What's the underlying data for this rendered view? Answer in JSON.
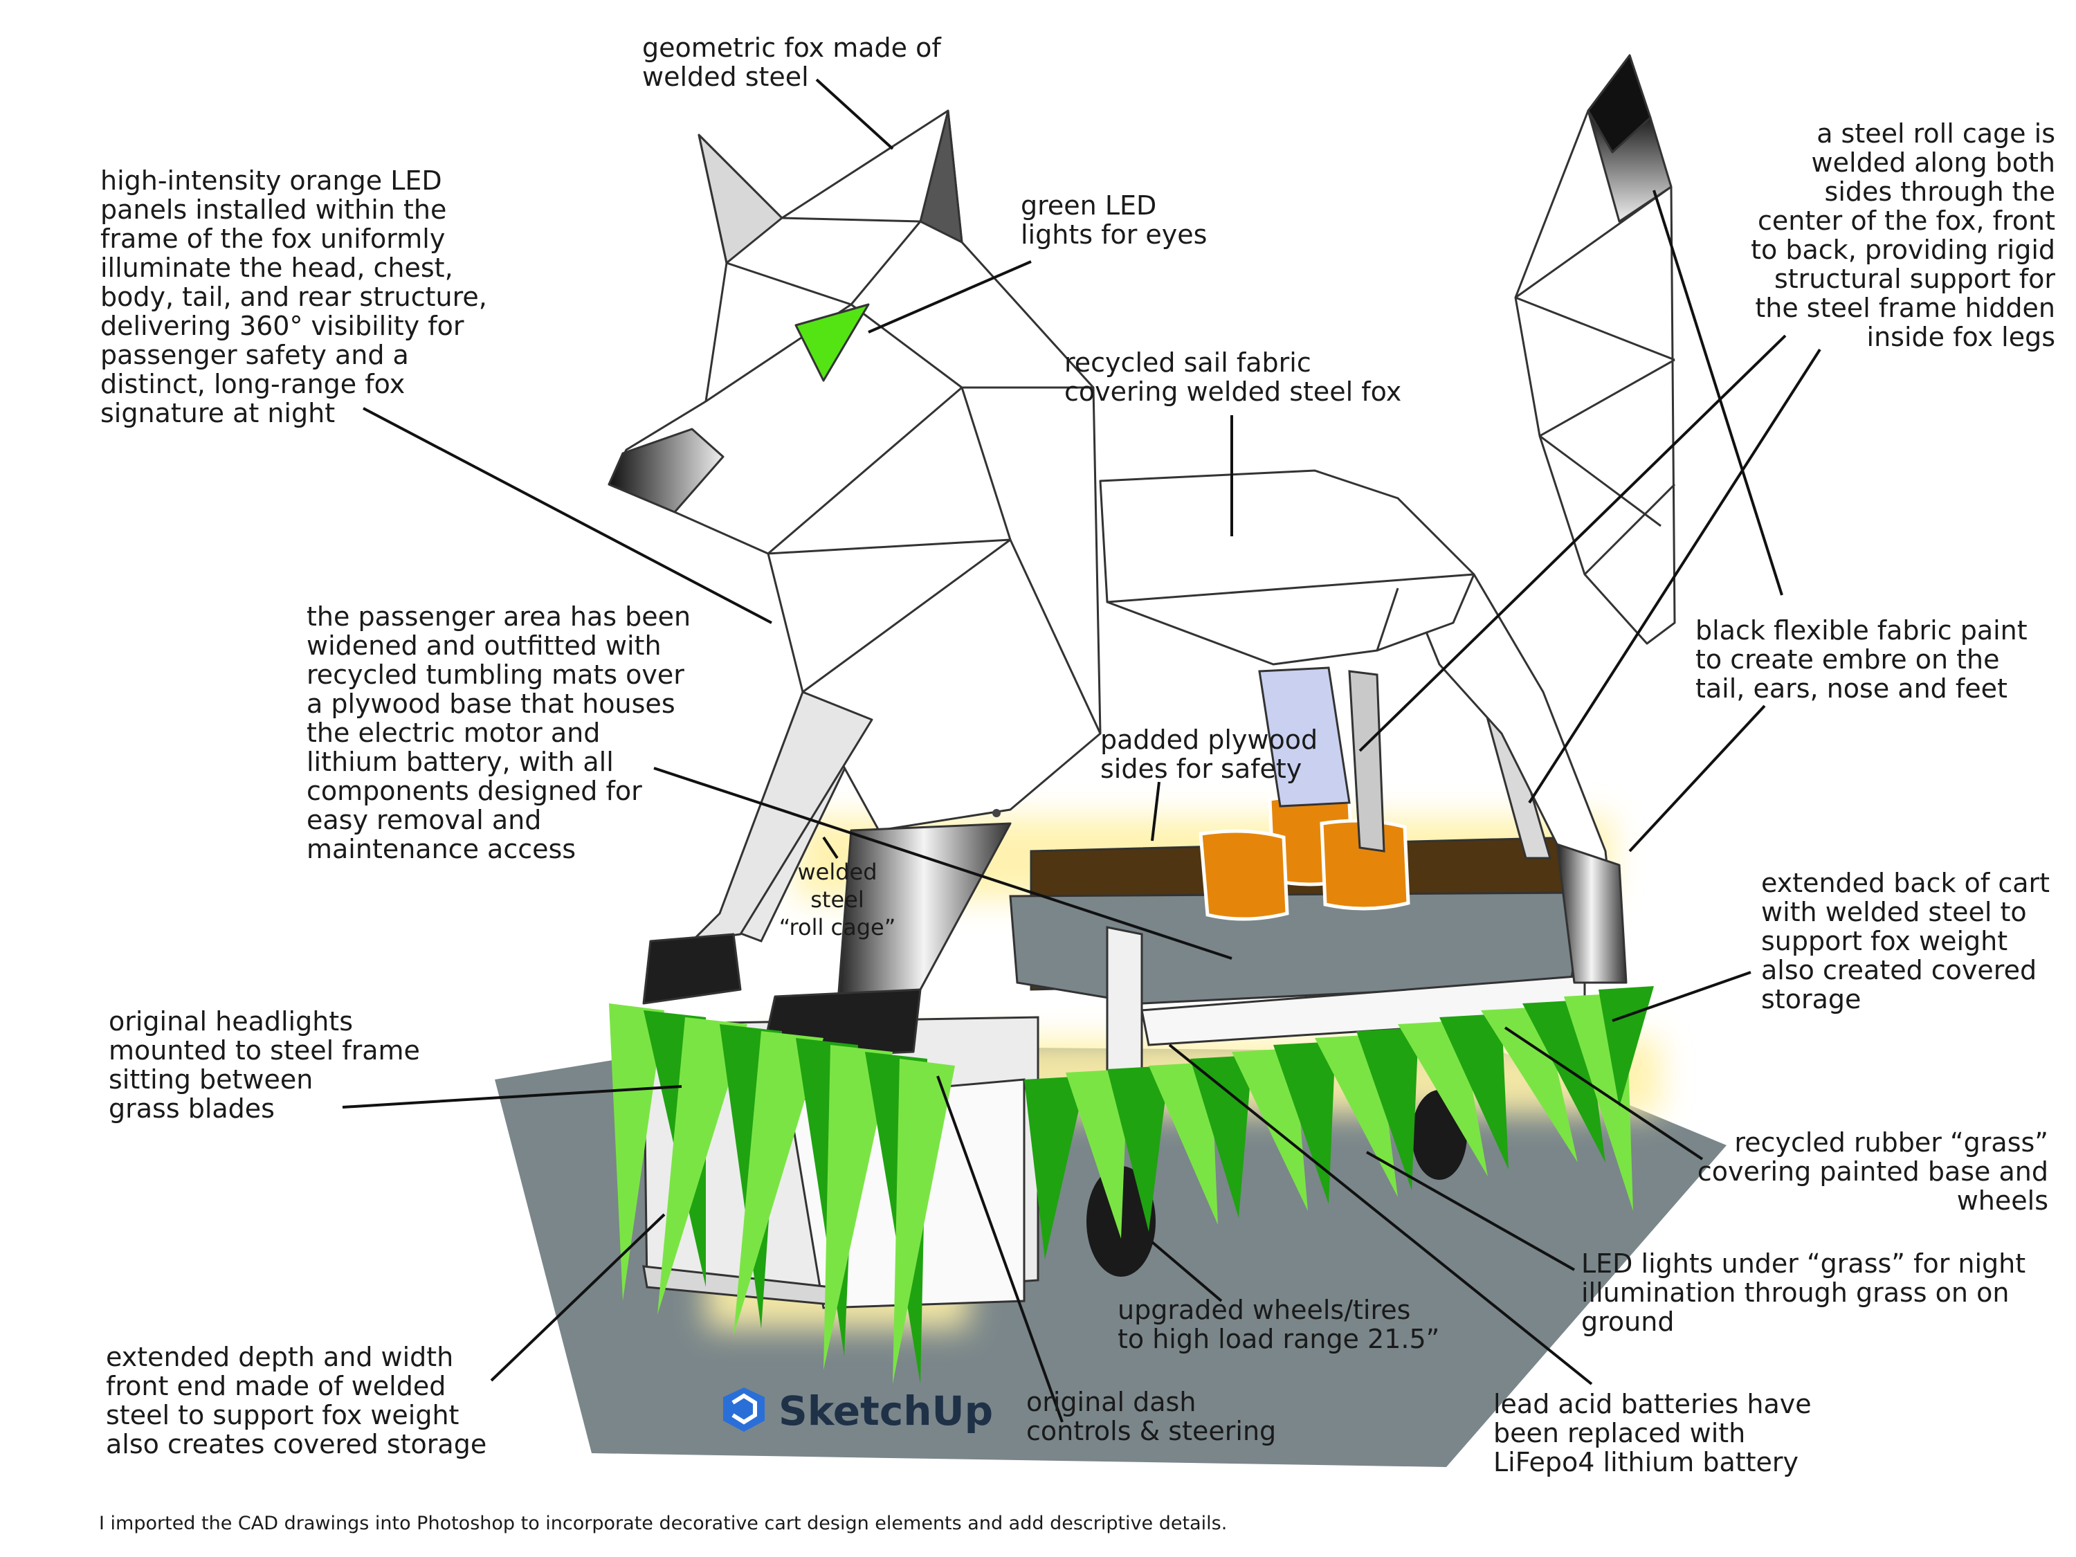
{
  "labels": {
    "geometric_fox": "geometric fox made of\nwelded steel",
    "orange_led": "high-intensity orange LED\npanels installed within the\nframe of the fox uniformly\nilluminate the head, chest,\nbody, tail, and rear structure,\ndelivering 360° visibility for\npassenger safety and a\ndistinct, long-range fox\nsignature at night",
    "green_led": "green LED\nlights for eyes",
    "sail_fabric": "recycled sail fabric\ncovering welded steel fox",
    "roll_cage_side": "a steel roll cage is\nwelded along both\nsides through the\ncenter of the fox, front\nto back, providing rigid\nstructural support for\nthe steel frame hidden\ninside fox legs",
    "passenger_area": "the passenger area has been\nwidened and outfitted with\nrecycled tumbling mats over\na plywood base that houses\nthe electric motor and\nlithium battery, with all\ncomponents designed for\neasy removal and\nmaintenance access",
    "black_paint": "black flexible fabric paint\nto create embre on the\ntail, ears, nose and feet",
    "padded_sides": "padded plywood\nsides for safety",
    "welded_roll_cage": "welded\nsteel\n“roll cage”",
    "extended_back": "extended back of cart\nwith welded steel to\nsupport fox weight\nalso created covered\nstorage",
    "headlights": "original headlights\nmounted to steel frame\nsitting between\ngrass blades",
    "rubber_grass": "recycled rubber “grass”\ncovering painted base and\nwheels",
    "led_under_grass": "LED lights under “grass” for night\nillumination through grass on on\nground",
    "wheels": "upgraded wheels/tires\nto high load range 21.5”",
    "extended_front": "extended depth and width\nfront end made of welded\nsteel to support fox weight\nalso creates covered storage",
    "dash_controls": "original dash\ncontrols & steering",
    "batteries": "lead acid batteries have\nbeen replaced with\nLiFepo4 lithium battery"
  },
  "logo": {
    "text": "SketchUp"
  },
  "footer": "I imported the CAD drawings into Photoshop to incorporate decorative cart design elements and add descriptive details.",
  "colors": {
    "grass_dark": "#1fa311",
    "grass_light": "#7be445",
    "ground": "#7a868a",
    "fox_face": "#f2f2f2",
    "eye": "#54e414",
    "pillow": "#e5860a",
    "plywood": "#4f3512",
    "glow": "#fff1a8",
    "logo": "#2a6fd8"
  }
}
